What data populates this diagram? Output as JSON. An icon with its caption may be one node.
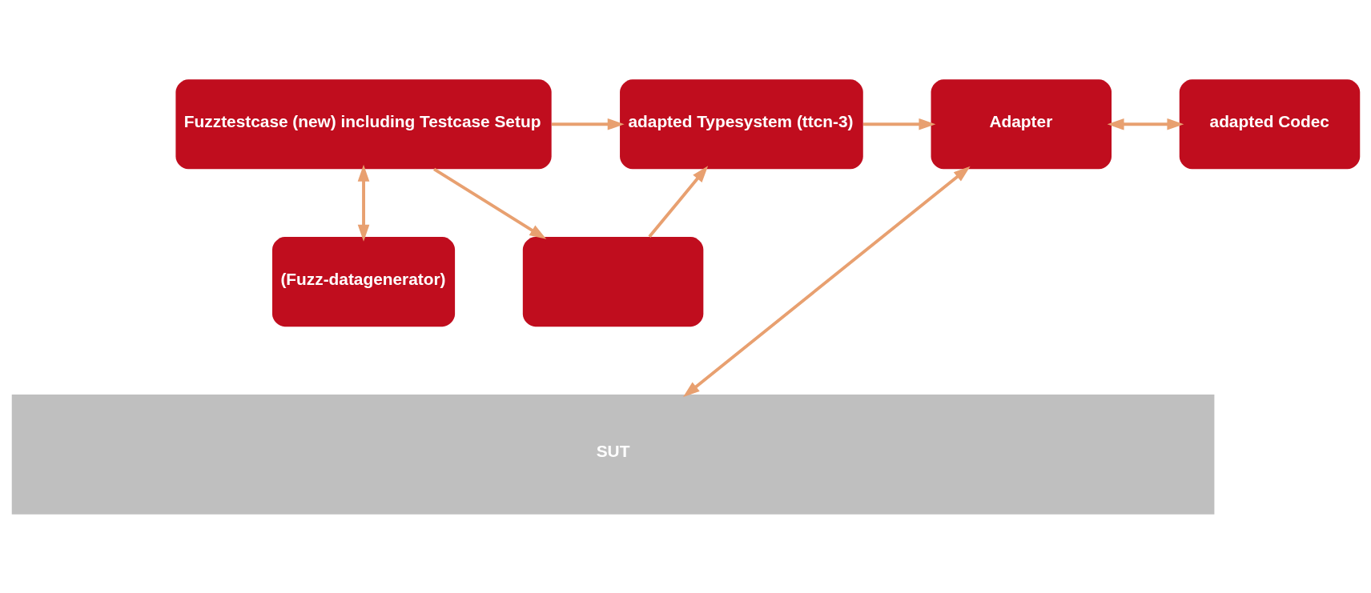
{
  "diagram": {
    "nodes": [
      {
        "text": [
          "Fuzztestcase (new) including Testcase Setup"
        ]
      },
      {
        "text": [
          "adapted Typesystem (ttcn-3)"
        ]
      },
      {
        "text": [
          "Adapter"
        ]
      },
      {
        "text": [
          "adapted Codec"
        ]
      },
      {
        "text": [
          "(Fuzz-datagenerator)"
        ]
      },
      {
        "text": [],
        "shape": "box"
      },
      {
        "text": [
          "SUT"
        ]
      }
    ],
    "edges": [
      {
        "from": 0,
        "to": 1,
        "arrow": "to"
      },
      {
        "from": 1,
        "to": 2,
        "arrow": "to"
      },
      {
        "from": 2,
        "to": 3,
        "arrow": "both"
      },
      {
        "from": 0,
        "to": 4,
        "arrow": "both"
      },
      {
        "from": 0,
        "to": 5,
        "arrow": "to"
      },
      {
        "from": 5,
        "to": 1,
        "arrow": "to"
      },
      {
        "from": 2,
        "to": 6,
        "arrow": "both"
      }
    ]
  }
}
